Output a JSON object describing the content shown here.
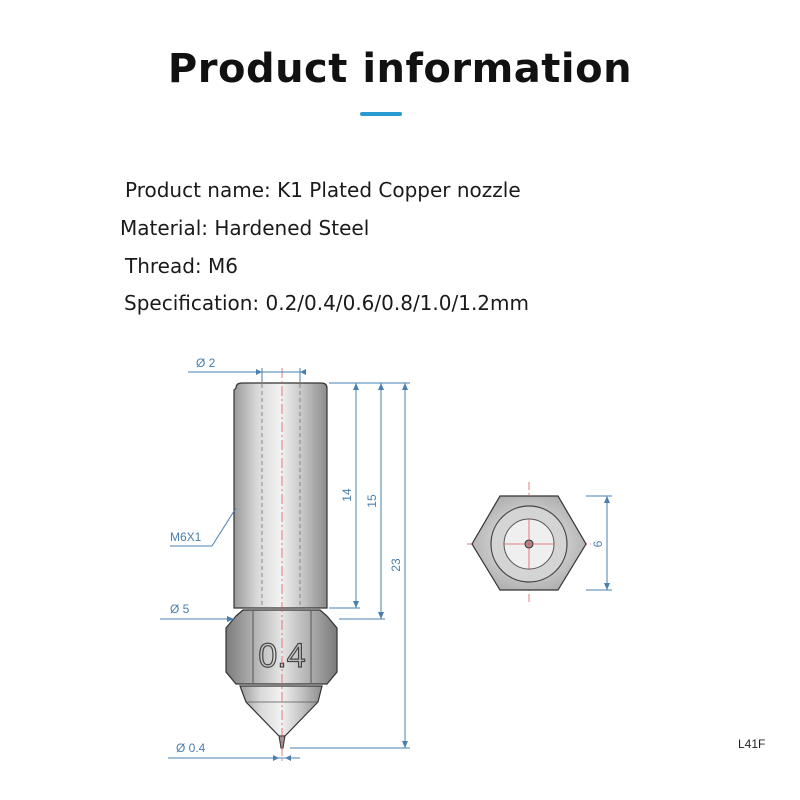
{
  "title": "Product information",
  "info": {
    "product_name": "Product name: K1 Plated Copper nozzle",
    "material": "Material: Hardened Steel",
    "thread": "Thread: M6",
    "specification": "Specification: 0.2/0.4/0.6/0.8/1.0/1.2mm"
  },
  "drawing": {
    "dim_top_diameter": "Ø 2",
    "dim_thread": "M6X1",
    "dim_body_diameter": "Ø 5",
    "dim_tip_diameter": "Ø 0.4",
    "dim_14": "14",
    "dim_15": "15",
    "dim_23": "23",
    "nozzle_marking": "0.4",
    "dim_hex": "6"
  },
  "product_code": "L41F",
  "colors": {
    "dimension": "#4a7fb0",
    "accent": "#2a9bd0",
    "axis": "#e05a5a"
  }
}
